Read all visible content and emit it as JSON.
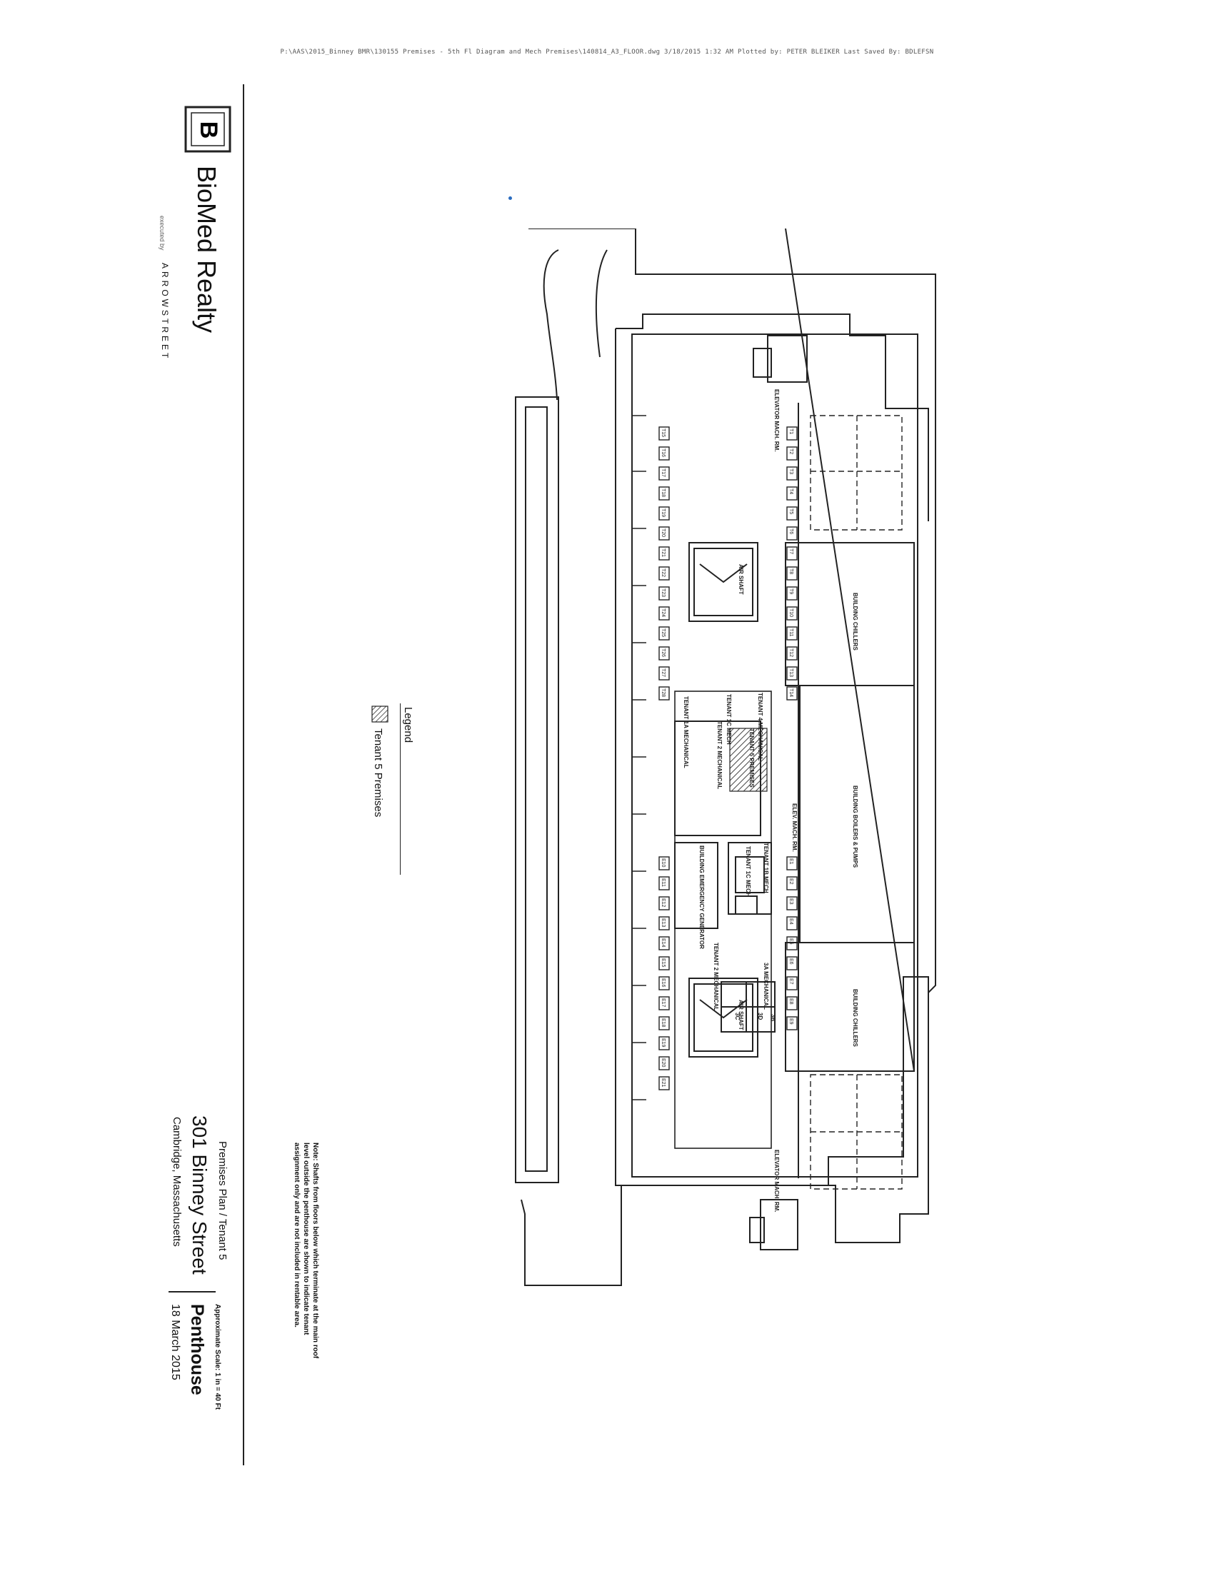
{
  "header": {
    "file_stamp": "P:\\AAS\\2015_Binney BMR\\130155 Premises - 5th Fl Diagram and Mech Premises\\140814_A3_FLOOR.dwg    3/18/2015 1:32 AM    Plotted by: PETER BLEIKER    Last Saved By: BDLEFSN"
  },
  "brand": {
    "monogram": "B",
    "name": "BioMed Realty",
    "partner_prefix": "executed by",
    "partner": "ARROWSTREET"
  },
  "legend": {
    "title": "Legend",
    "items": [
      {
        "label": "Tenant 5 Premises",
        "swatch": "hatch"
      }
    ]
  },
  "title_block": {
    "sheet": "Premises Plan / Tenant 5",
    "address": "301 Binney Street",
    "city": "Cambridge, Massachusetts",
    "floor": "Penthouse",
    "date": "18 March 2015",
    "scale": "Approximate Scale: 1 in = 40 Ft",
    "note": "Note: Shafts from floors below which terminate at the main roof level outside the penthouse are shown to indicate tenant assignment only and are not included in rentable area."
  },
  "rooms": {
    "chillers_top": "BUILDING CHILLERS",
    "chillers_bottom": "BUILDING CHILLERS",
    "boilers": "BUILDING BOILERS & PUMPS",
    "elev_mach_1": "ELEVATOR MACH. RM.",
    "elev_mach_2": "ELEVATOR MACH. RM.",
    "elev_mach_3": "ELEV. MACH. RM.",
    "air_shaft_1": "AIR SHAFT",
    "air_shaft_2": "AIR SHAFT",
    "tenant4_mech": "TENANT 4 MECHANICAL",
    "tenant1c_mech": "TENANT 1C MECH",
    "tenant2_mech": "TENANT 2 MECHANICAL",
    "tenant1a_mech": "TENANT 1A MECHANICAL",
    "tenant5_premises": "TENANT 5 PREMISES",
    "emergency_gen": "BUILDING EMERGENCY GENERATOR",
    "tenant1b_mech": "TENANT 1B MECH",
    "tenant1c_mech_2": "TENANT 1C MECH",
    "tenant2_mech_2": "TENANT 2 MECHANICAL",
    "tenant3a_mech": "3A MECHANICAL",
    "room_3b": "3B",
    "room_3c": "3C",
    "room_3d": "3D"
  },
  "shafts": {
    "top_row_upper": [
      "T1",
      "T2",
      "T3",
      "T4",
      "T5",
      "T6",
      "T7",
      "T8",
      "T9",
      "T10",
      "T11",
      "T12",
      "T13",
      "T14"
    ],
    "bottom_row_upper": [
      "T15",
      "T16",
      "T17",
      "T18",
      "T19",
      "T20",
      "T21",
      "T22",
      "T23",
      "T24",
      "T25",
      "T26",
      "T27",
      "T28"
    ],
    "top_row_lower": [
      "E1",
      "E2",
      "E3",
      "E4",
      "E5",
      "E6",
      "E7",
      "E8",
      "E9"
    ],
    "bottom_row_lower": [
      "E10",
      "E11",
      "E12",
      "E13",
      "E14",
      "E15",
      "E16",
      "E17",
      "E18",
      "E19",
      "E20",
      "E21"
    ]
  }
}
